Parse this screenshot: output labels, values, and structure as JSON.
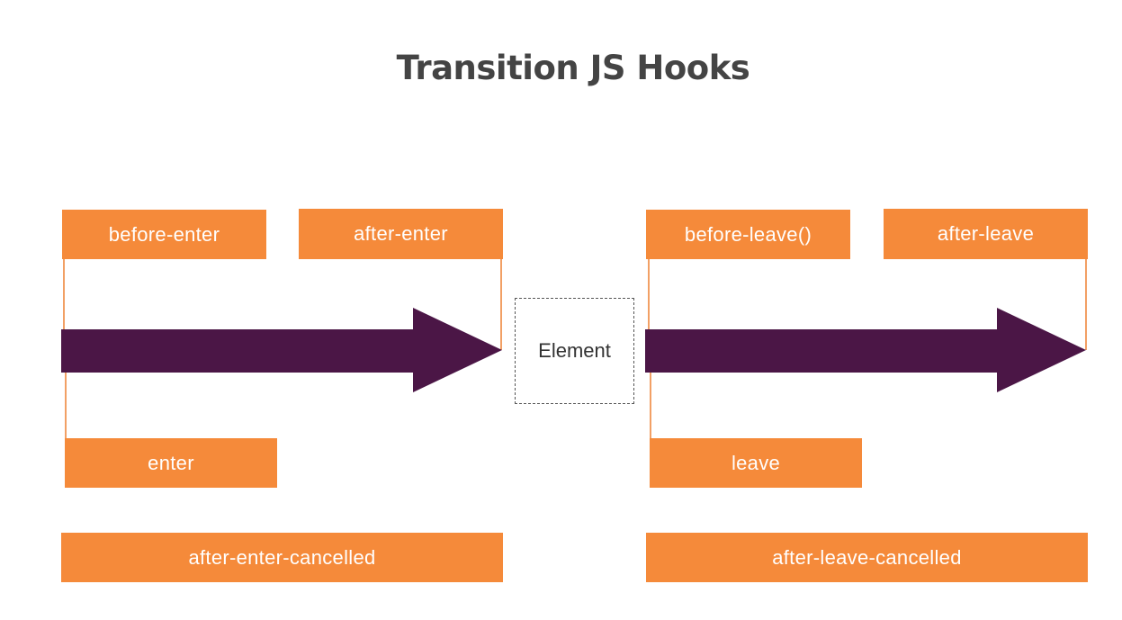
{
  "title": "Transition JS Hooks",
  "element_label": "Element",
  "enter_side": {
    "before": "before-enter",
    "after": "after-enter",
    "during": "enter",
    "cancelled": "after-enter-cancelled"
  },
  "leave_side": {
    "before": "before-leave()",
    "after": "after-leave",
    "during": "leave",
    "cancelled": "after-leave-cancelled"
  },
  "colors": {
    "hook_box": "#F58A3A",
    "arrow": "#4B1646",
    "connector": "#F2A065",
    "title": "#444444"
  }
}
